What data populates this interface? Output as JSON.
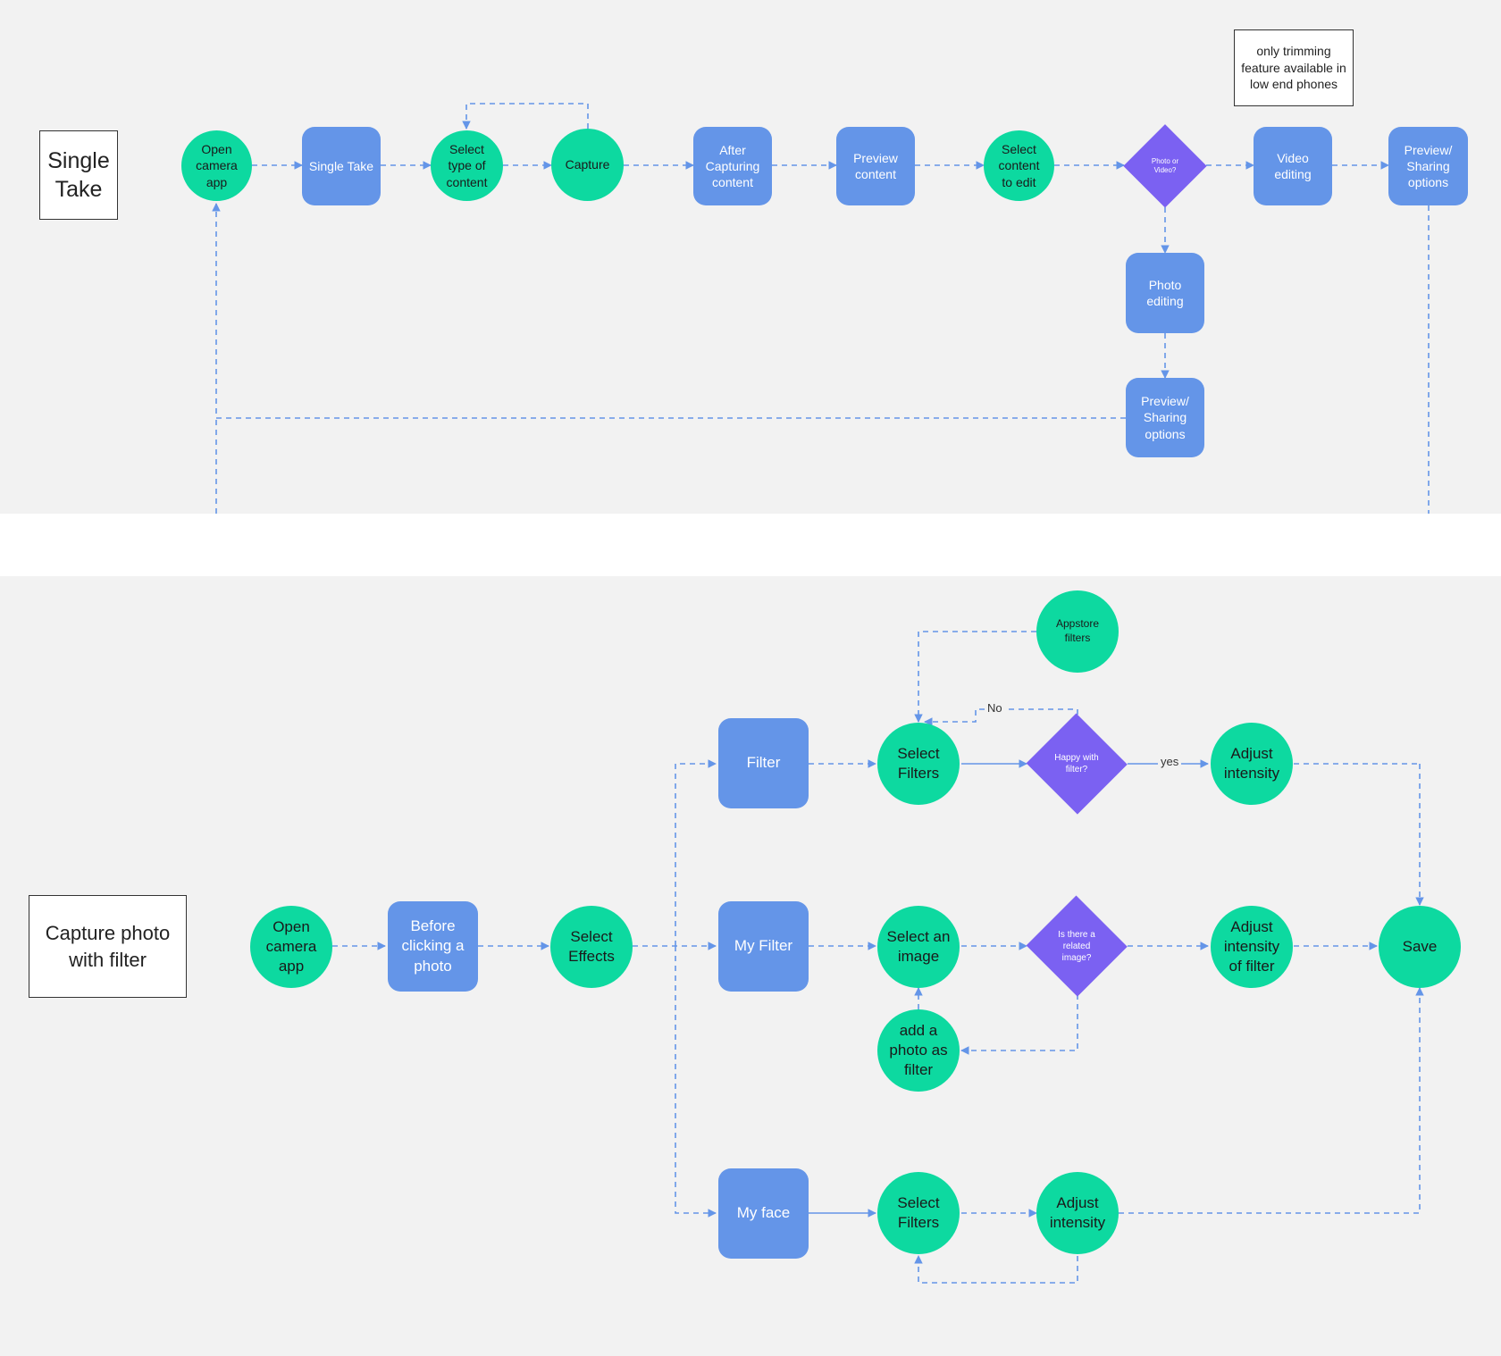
{
  "colors": {
    "rect": "#6495e8",
    "circle": "#0dd9a0",
    "diamond": "#7b61f2",
    "connector": "#6495e8",
    "panel": "#f2f2f2"
  },
  "single_take": {
    "title": "Single\nTake",
    "note": "only trimming feature available in low end phones",
    "nodes": {
      "open_camera": "Open camera app",
      "single_take": "Single Take",
      "select_type": "Select type of content",
      "capture": "Capture",
      "after_capturing": "After Capturing content",
      "preview_content": "Preview content",
      "select_content_edit": "Select content to edit",
      "photo_or_video": "Photo or Video?",
      "video_editing": "Video editing",
      "preview_sharing_right": "Preview/ Sharing options",
      "photo_editing": "Photo editing",
      "preview_sharing_bottom": "Preview/ Sharing options"
    }
  },
  "capture_filter": {
    "title": "Capture photo with filter",
    "nodes": {
      "open_camera": "Open camera app",
      "before_clicking": "Before clicking a photo",
      "select_effects": "Select Effects",
      "filter": "Filter",
      "my_filter": "My Filter",
      "my_face": "My face",
      "select_filters_top": "Select Filters",
      "appstore_filters": "Appstore filters",
      "happy_with_filter": "Happy with filter?",
      "adjust_intensity_top": "Adjust intensity",
      "select_an_image": "Select an image",
      "add_photo_filter": "add a photo as filter",
      "related_image": "Is there a related image?",
      "adjust_intensity_filter": "Adjust intensity of filter",
      "save": "Save",
      "select_filters_face": "Select Filters",
      "adjust_intensity_face": "Adjust intensity"
    },
    "edge_labels": {
      "no": "No",
      "yes": "yes"
    }
  }
}
